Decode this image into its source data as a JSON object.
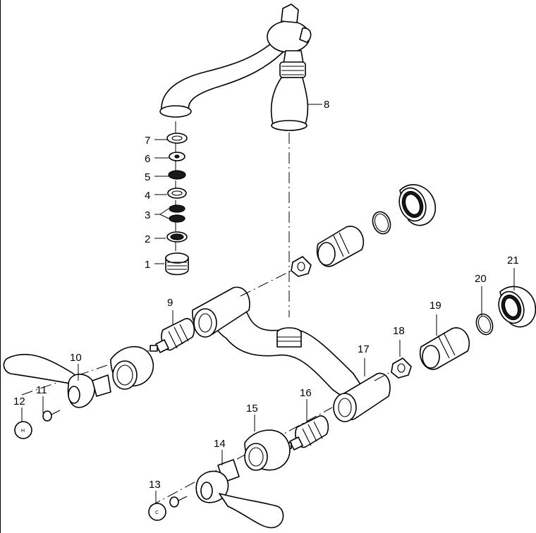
{
  "diagram": {
    "labels": [
      {
        "id": "p1",
        "text": "1"
      },
      {
        "id": "p2",
        "text": "2"
      },
      {
        "id": "p3",
        "text": "3"
      },
      {
        "id": "p4",
        "text": "4"
      },
      {
        "id": "p5",
        "text": "5"
      },
      {
        "id": "p6",
        "text": "6"
      },
      {
        "id": "p7",
        "text": "7"
      },
      {
        "id": "p8",
        "text": "8"
      },
      {
        "id": "p9",
        "text": "9"
      },
      {
        "id": "p10",
        "text": "10"
      },
      {
        "id": "p11",
        "text": "11"
      },
      {
        "id": "p12",
        "text": "12"
      },
      {
        "id": "p13",
        "text": "13"
      },
      {
        "id": "p14",
        "text": "14"
      },
      {
        "id": "p15",
        "text": "15"
      },
      {
        "id": "p16",
        "text": "16"
      },
      {
        "id": "p17",
        "text": "17"
      },
      {
        "id": "p18",
        "text": "18"
      },
      {
        "id": "p19",
        "text": "19"
      },
      {
        "id": "p20",
        "text": "20"
      },
      {
        "id": "p21",
        "text": "21"
      }
    ],
    "cap_hot": "H",
    "cap_cold": "C"
  }
}
